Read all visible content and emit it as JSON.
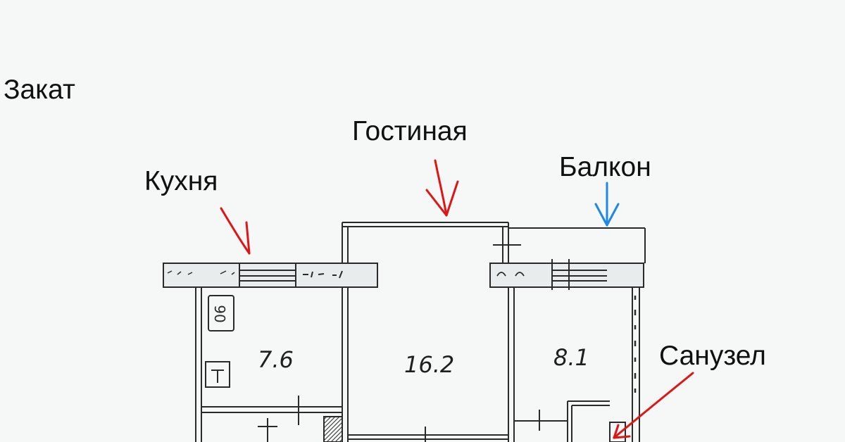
{
  "labels": {
    "sunset": "Закат",
    "kitchen": "Кухня",
    "living_room": "Гостиная",
    "balcony": "Балкон",
    "bathroom": "Санузел"
  },
  "areas": {
    "kitchen": "7.6",
    "living_room": "16.2",
    "bedroom": "8.1"
  },
  "colors": {
    "pencil": "#2a2a2a",
    "red_arrow": "#e11414",
    "blue_arrow": "#1e88e5",
    "paper": "#f6f7f7"
  }
}
